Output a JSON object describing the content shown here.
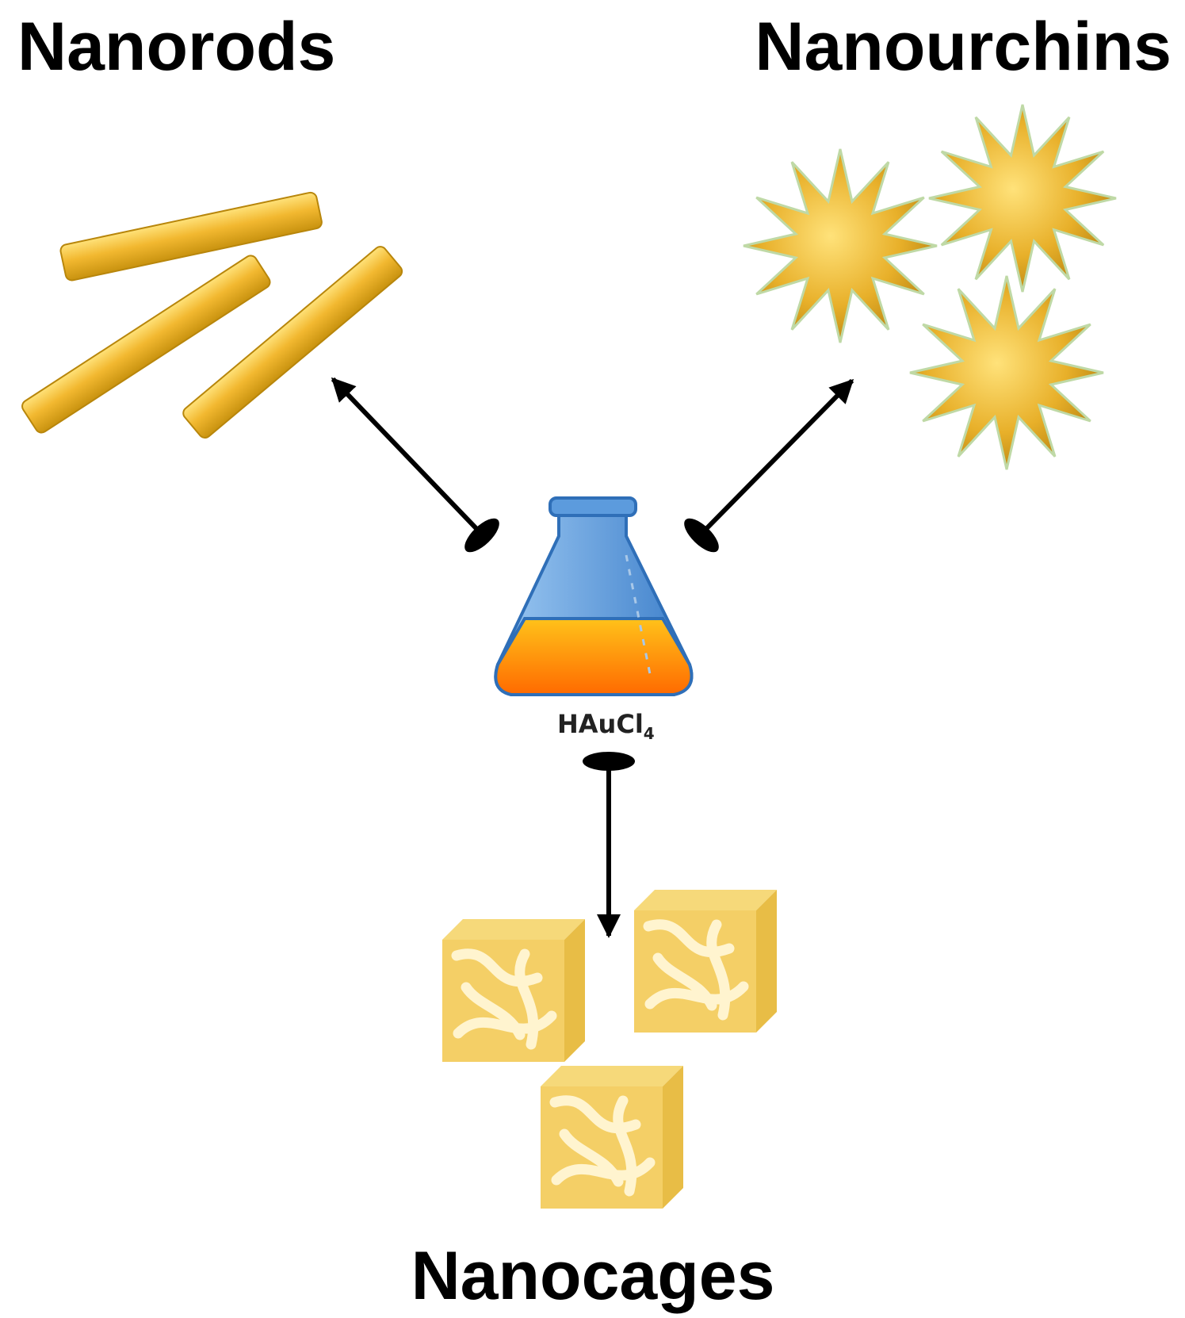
{
  "labels": {
    "nanorods": "Nanorods",
    "nanourchins": "Nanourchins",
    "nanocages": "Nanocages"
  },
  "center": {
    "reagent_main": "HAuCl",
    "reagent_sub": "4"
  },
  "colors": {
    "gold": "#F2B830",
    "gold_dark": "#C99416",
    "gold_light": "#FFE07A",
    "cage": "#F4CF66",
    "cage_light": "#FFF3C6",
    "flask_glass": "#5C9BDD",
    "flask_liquid": "#FF9A18",
    "arrow": "#000000"
  }
}
